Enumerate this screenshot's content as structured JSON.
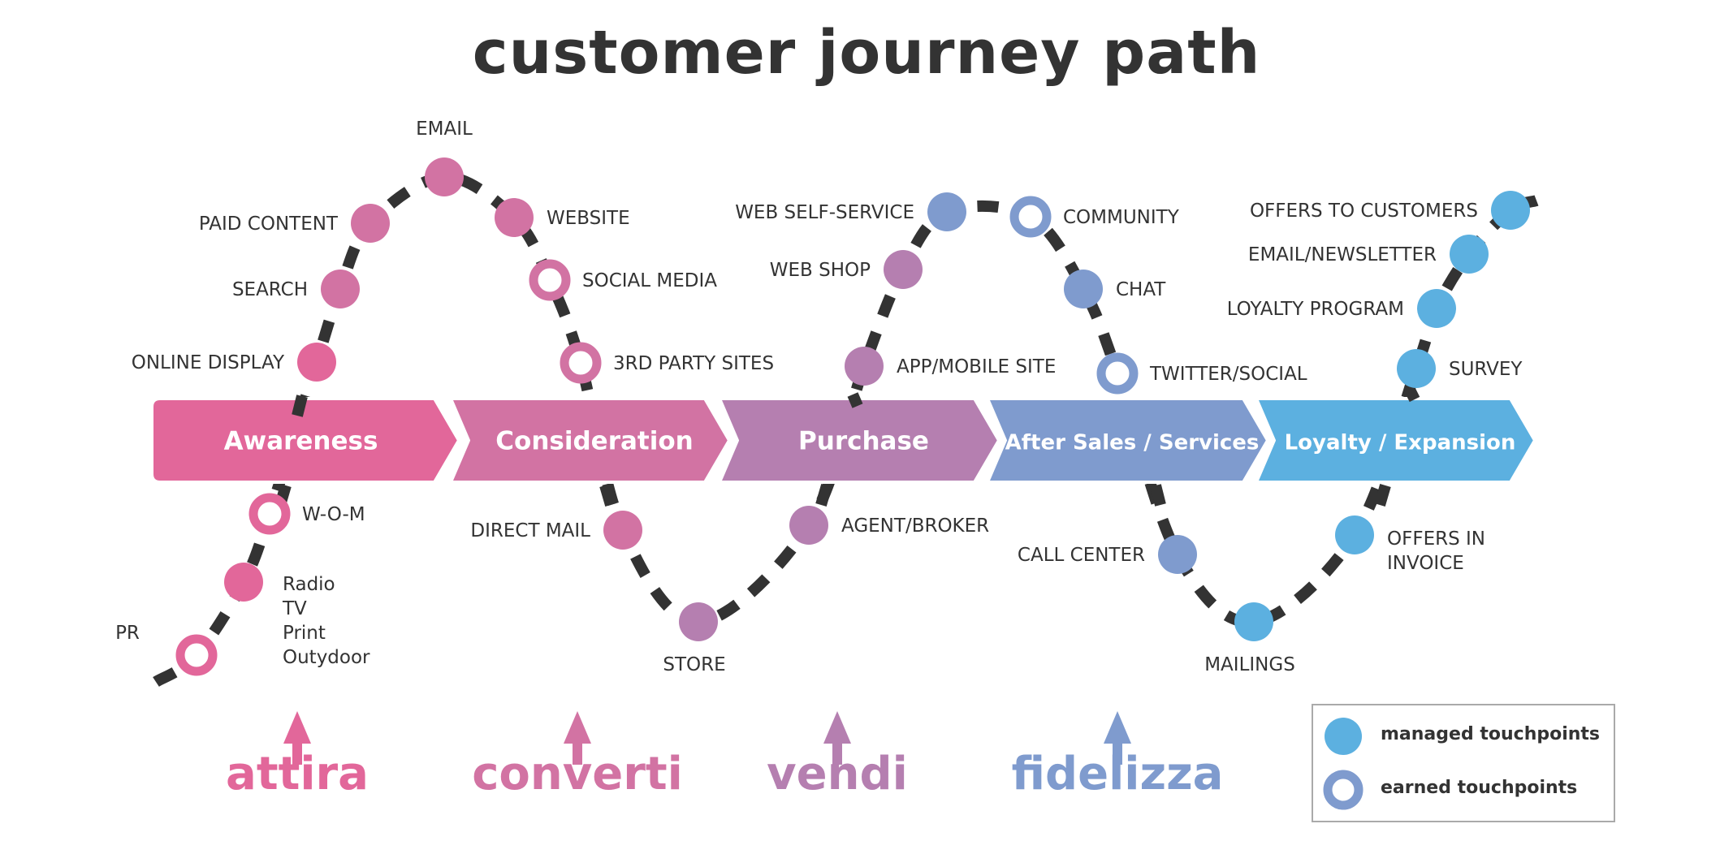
{
  "title": "customer journey path",
  "colors": {
    "awareness": "#E2679A",
    "consideration": "#D273A3",
    "purchase": "#B57FB0",
    "after_sales": "#7F9BCE",
    "loyalty": "#5CB0E0",
    "path": "#333333",
    "legend_border": "#AAAAAA"
  },
  "stages": [
    {
      "label": "Awareness",
      "color": "#E2679A"
    },
    {
      "label": "Consideration",
      "color": "#D273A3"
    },
    {
      "label": "Purchase",
      "color": "#B57FB0"
    },
    {
      "label": "After Sales / Services",
      "color": "#7F9BCE"
    },
    {
      "label": "Loyalty / Expansion",
      "color": "#5CB0E0"
    }
  ],
  "touchpoints": [
    {
      "label": "PR",
      "type": "earned",
      "color": "#E2679A"
    },
    {
      "label": "Radio\nTV\nPrint\nOutydoor",
      "type": "managed",
      "color": "#E2679A"
    },
    {
      "label": "W-O-M",
      "type": "earned",
      "color": "#E2679A"
    },
    {
      "label": "ONLINE DISPLAY",
      "type": "managed",
      "color": "#E2679A"
    },
    {
      "label": "SEARCH",
      "type": "managed",
      "color": "#D273A3"
    },
    {
      "label": "PAID CONTENT",
      "type": "managed",
      "color": "#D273A3"
    },
    {
      "label": "EMAIL",
      "type": "managed",
      "color": "#D273A3"
    },
    {
      "label": "WEBSITE",
      "type": "managed",
      "color": "#D273A3"
    },
    {
      "label": "SOCIAL MEDIA",
      "type": "earned",
      "color": "#D273A3"
    },
    {
      "label": "3RD PARTY SITES",
      "type": "earned",
      "color": "#D273A3"
    },
    {
      "label": "DIRECT MAIL",
      "type": "managed",
      "color": "#D273A3"
    },
    {
      "label": "STORE",
      "type": "managed",
      "color": "#B57FB0"
    },
    {
      "label": "AGENT/BROKER",
      "type": "managed",
      "color": "#B57FB0"
    },
    {
      "label": "APP/MOBILE SITE",
      "type": "managed",
      "color": "#B57FB0"
    },
    {
      "label": "WEB SHOP",
      "type": "managed",
      "color": "#B57FB0"
    },
    {
      "label": "WEB SELF-SERVICE",
      "type": "managed",
      "color": "#7F9BCE"
    },
    {
      "label": "COMMUNITY",
      "type": "earned",
      "color": "#7F9BCE"
    },
    {
      "label": "CHAT",
      "type": "managed",
      "color": "#7F9BCE"
    },
    {
      "label": "TWITTER/SOCIAL",
      "type": "earned",
      "color": "#7F9BCE"
    },
    {
      "label": "CALL CENTER",
      "type": "managed",
      "color": "#7F9BCE"
    },
    {
      "label": "MAILINGS",
      "type": "managed",
      "color": "#5CB0E0"
    },
    {
      "label": "OFFERS IN\nINVOICE",
      "type": "managed",
      "color": "#5CB0E0"
    },
    {
      "label": "SURVEY",
      "type": "managed",
      "color": "#5CB0E0"
    },
    {
      "label": "LOYALTY PROGRAM",
      "type": "managed",
      "color": "#5CB0E0"
    },
    {
      "label": "EMAIL/NEWSLETTER",
      "type": "managed",
      "color": "#5CB0E0"
    },
    {
      "label": "OFFERS TO CUSTOMERS",
      "type": "managed",
      "color": "#5CB0E0"
    }
  ],
  "verbs": [
    {
      "label": "attira",
      "color": "#E2679A"
    },
    {
      "label": "converti",
      "color": "#D273A3"
    },
    {
      "label": "vendi",
      "color": "#B57FB0"
    },
    {
      "label": "fidelizza",
      "color": "#7F9BCE"
    }
  ],
  "legend": {
    "managed_label": "managed touchpoints",
    "earned_label": "earned touchpoints",
    "managed_color": "#5CB0E0",
    "earned_color": "#7F9BCE"
  }
}
